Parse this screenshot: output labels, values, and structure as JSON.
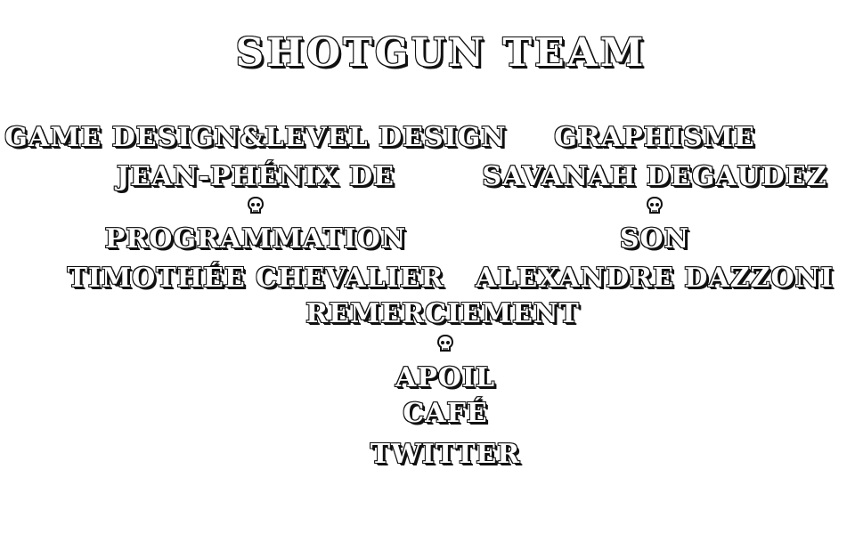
{
  "title": "Shotgun Team",
  "credits": {
    "design": {
      "heading": "Game Design&Level Design",
      "name": "Jean-Phénix De"
    },
    "graphics": {
      "heading": "Graphisme",
      "name": "Savanah Degaudez"
    },
    "programming": {
      "heading": "Programmation",
      "name": "Timothée Chevalier"
    },
    "sound": {
      "heading": "Son",
      "name": "Alexandre Dazzoni"
    },
    "thanks": {
      "heading": "Remerciement",
      "names": [
        "Apoil",
        "Café",
        "Twitter"
      ]
    }
  },
  "separator_icon": "skull-icon",
  "colors": {
    "text_fill": "#ffffff",
    "text_outline": "#111111",
    "background": "#ffffff"
  }
}
